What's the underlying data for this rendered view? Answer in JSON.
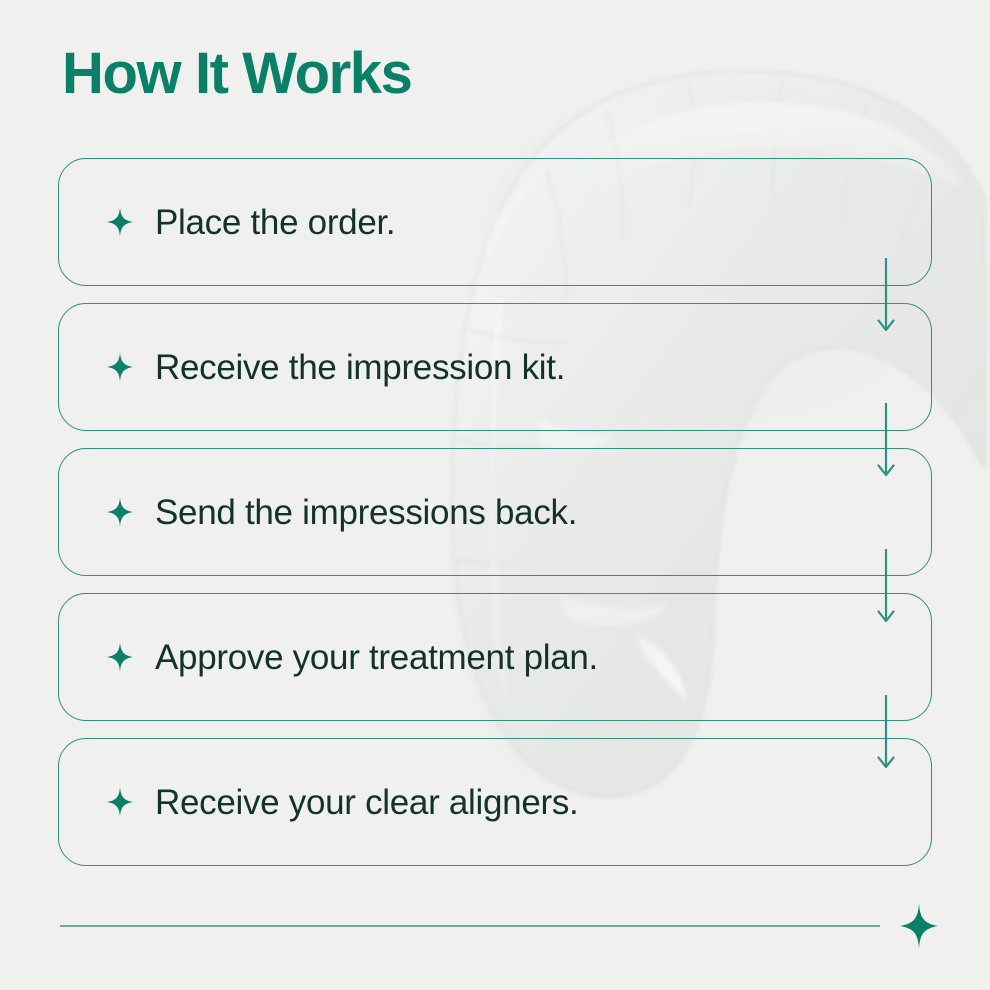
{
  "page": {
    "title": "How It Works",
    "background_color": "#f0f0ee",
    "accent_color": "#0a8068",
    "border_color": "#2e9182",
    "text_color": "#12332b",
    "rule_color": "#6aab9f"
  },
  "background_image": {
    "name": "clear-dental-aligner",
    "description": "Faded translucent clear dental aligner arch"
  },
  "steps": [
    {
      "icon": "sparkle-icon",
      "label": "Place the order."
    },
    {
      "icon": "sparkle-icon",
      "label": "Receive the impression kit."
    },
    {
      "icon": "sparkle-icon",
      "label": "Send the impressions back."
    },
    {
      "icon": "sparkle-icon",
      "label": "Approve your treatment plan."
    },
    {
      "icon": "sparkle-icon",
      "label": "Receive your clear aligners."
    }
  ],
  "connectors": [
    {
      "name": "arrow-down-1",
      "from_step": 1,
      "to_step": 2
    },
    {
      "name": "arrow-down-2",
      "from_step": 2,
      "to_step": 3
    },
    {
      "name": "arrow-down-3",
      "from_step": 3,
      "to_step": 4
    },
    {
      "name": "arrow-down-4",
      "from_step": 4,
      "to_step": 5
    }
  ],
  "footer": {
    "divider": "horizontal-rule",
    "icon": "sparkle-icon"
  }
}
